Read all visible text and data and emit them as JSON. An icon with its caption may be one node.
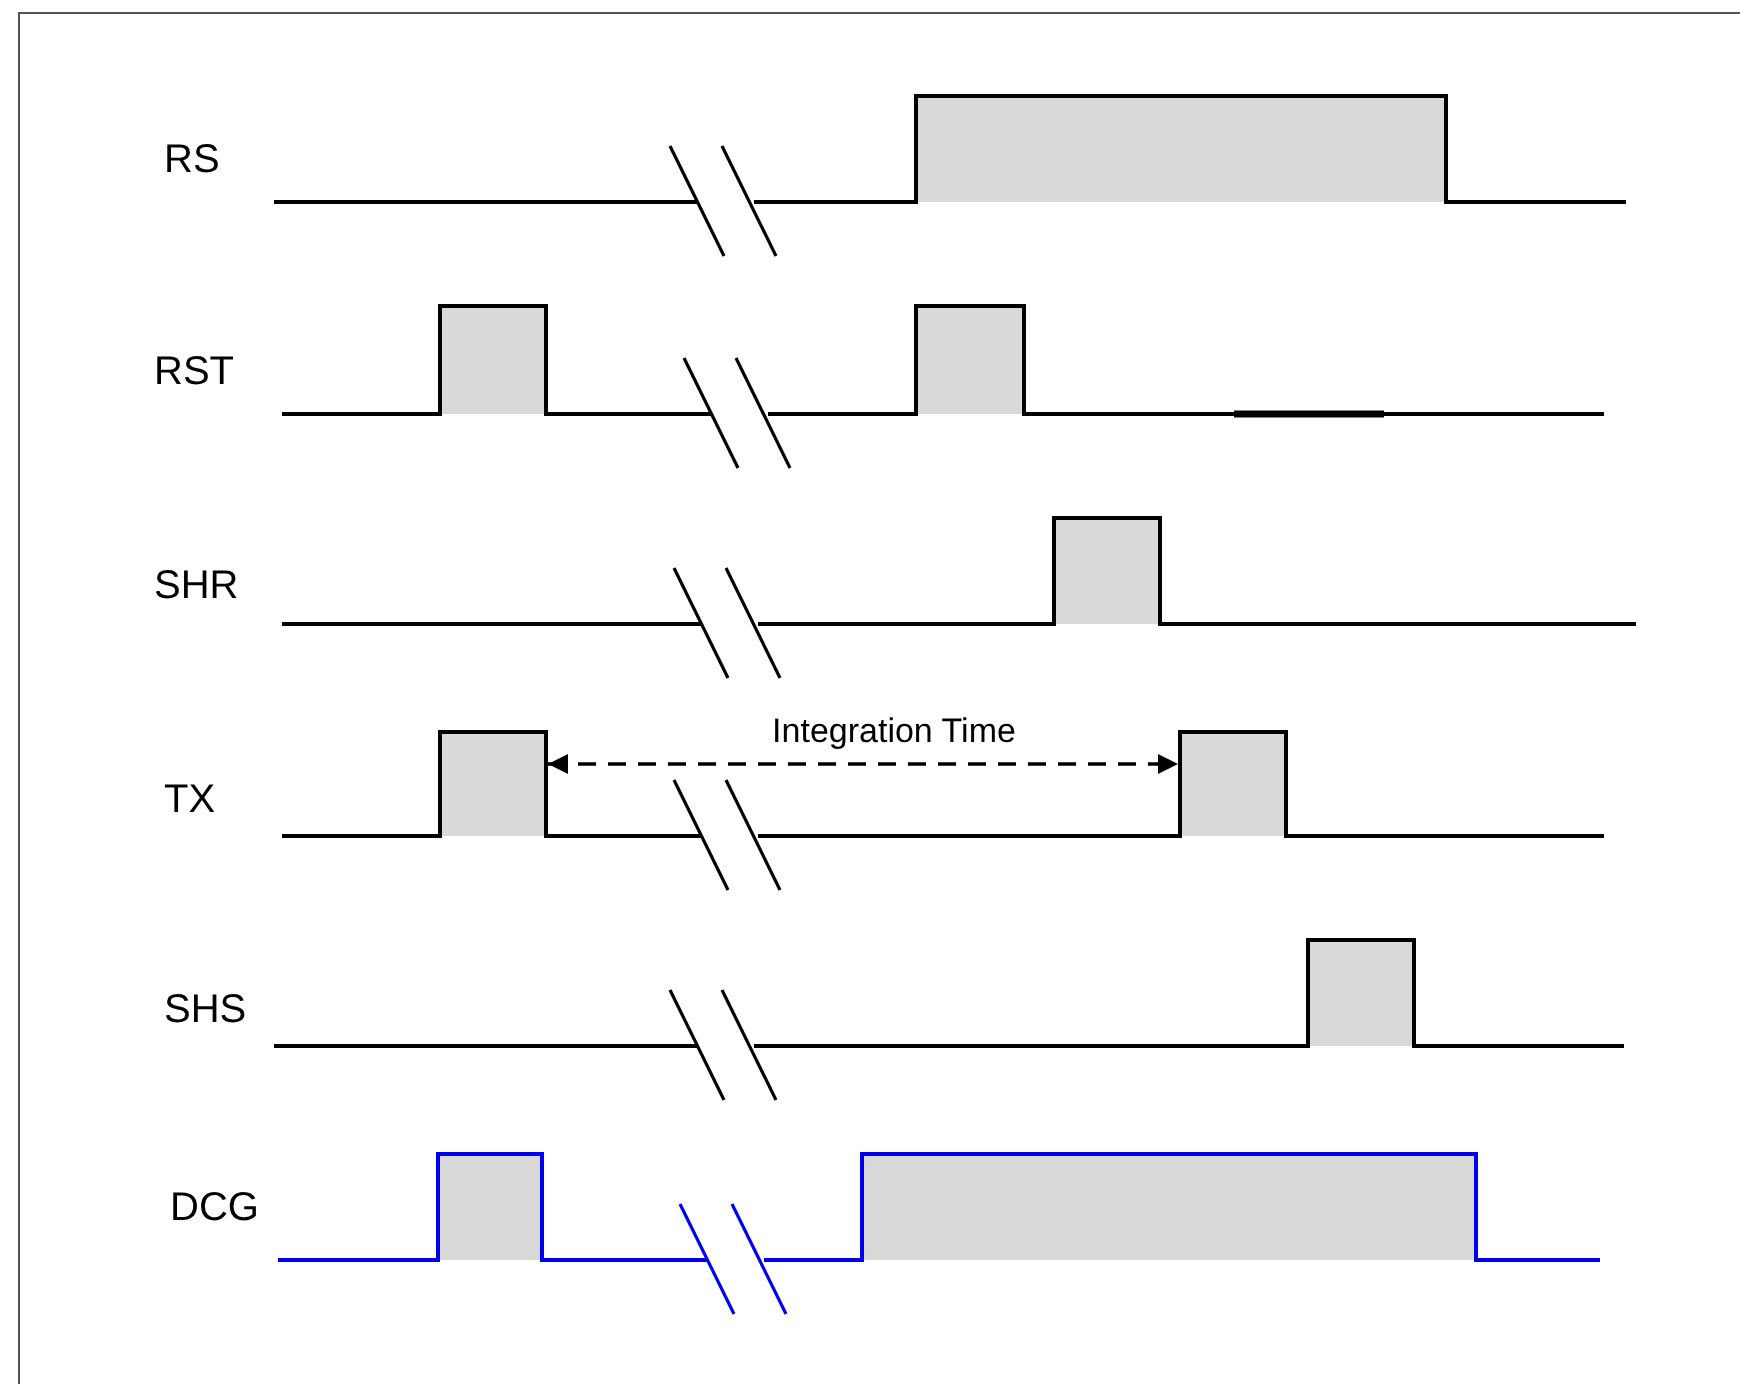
{
  "diagram": {
    "labels": [
      "RS",
      "RST",
      "SHR",
      "TX",
      "Integration Time",
      "SHS",
      "DCG"
    ]
  }
}
